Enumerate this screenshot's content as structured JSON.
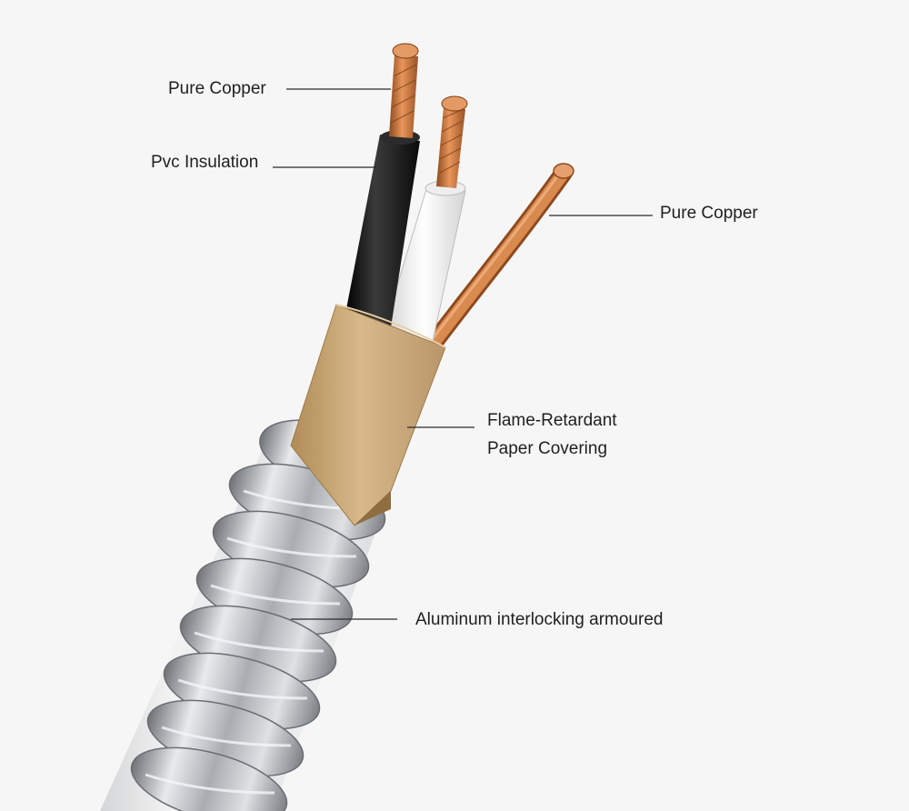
{
  "labels": {
    "pure_copper_top": "Pure Copper",
    "pvc_insulation": "Pvc Insulation",
    "pure_copper_right": "Pure Copper",
    "paper_covering_line1": "Flame-Retardant",
    "paper_covering_line2": "Paper Covering",
    "armour": "Aluminum interlocking armoured"
  },
  "colors": {
    "background": "#f6f6f6",
    "copper": "#c8743c",
    "black_insulation": "#1b1b1b",
    "white_insulation": "#f2f2f2",
    "kraft_paper": "#c9a874",
    "aluminum": "#b9bcc0",
    "text": "#1f1f1f"
  }
}
